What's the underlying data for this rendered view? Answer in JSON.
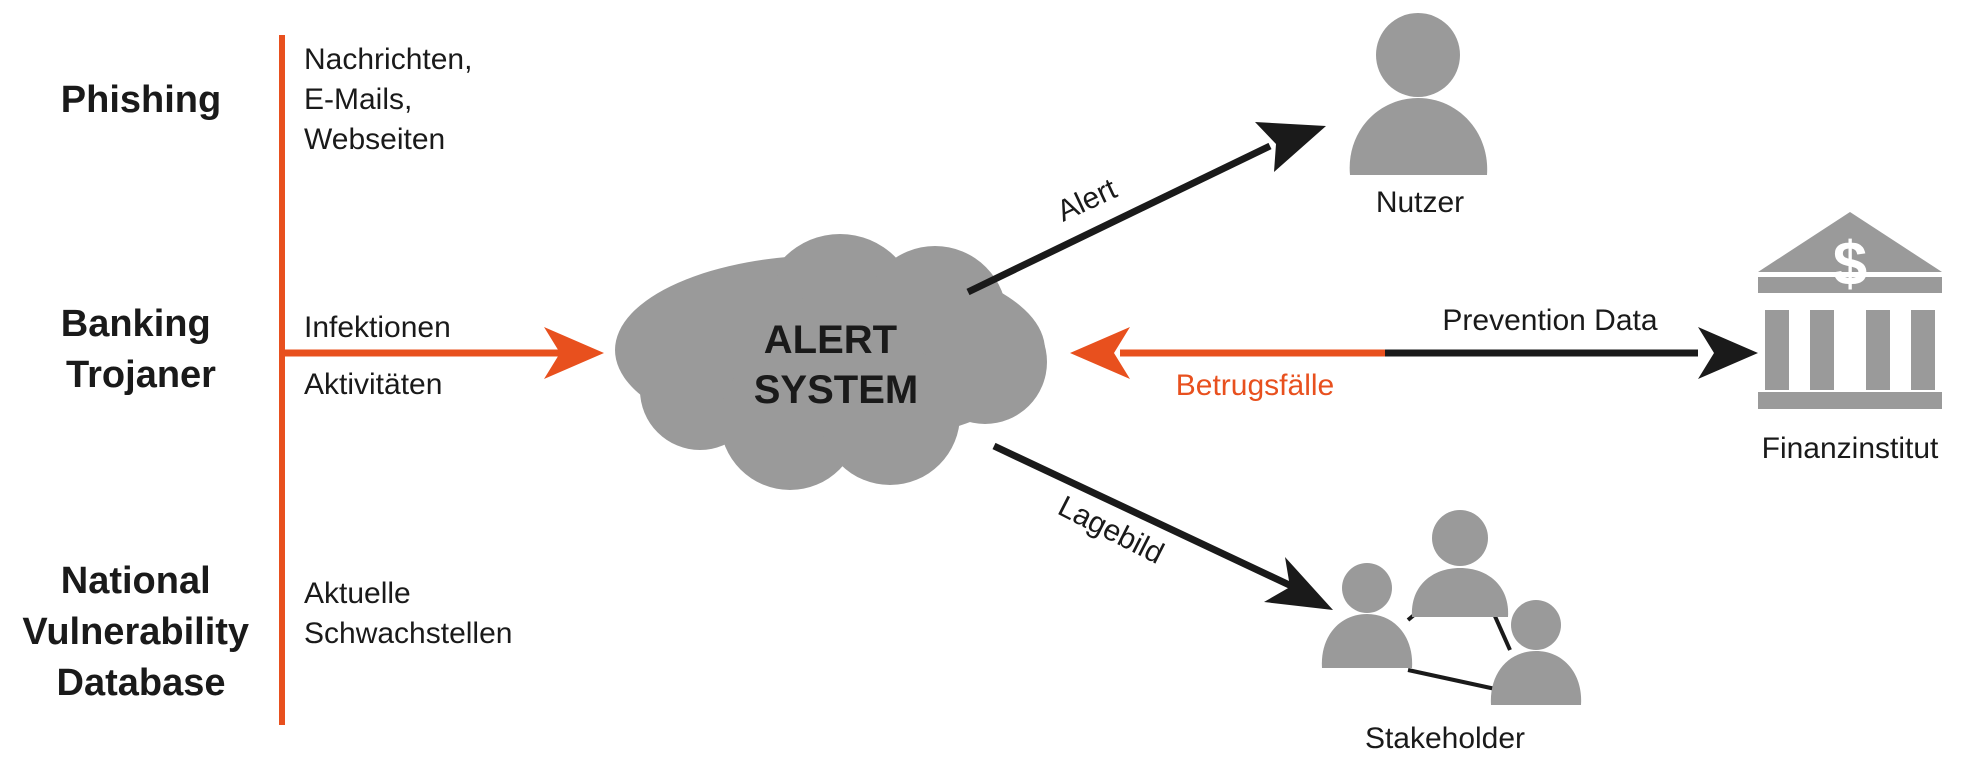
{
  "colors": {
    "accent": "#e8501e",
    "dark": "#1a1a1a",
    "gray": "#999999"
  },
  "sources": [
    {
      "title_lines": [
        "Phishing"
      ],
      "desc_lines": [
        "Nachrichten,",
        "E-Mails,",
        "Webseiten"
      ]
    },
    {
      "title_lines": [
        "Banking",
        "Trojaner"
      ],
      "desc_lines": [
        "Infektionen",
        "Aktivitäten"
      ]
    },
    {
      "title_lines": [
        "National",
        "Vulnerability",
        "Database"
      ],
      "desc_lines": [
        "Aktuelle",
        "Schwachstellen"
      ]
    }
  ],
  "center": {
    "lines": [
      "ALERT",
      "SYSTEM"
    ]
  },
  "arrows": {
    "alert": "Alert",
    "prevention": "Prevention Data",
    "betrug": "Betrugsfälle",
    "lagebild": "Lagebild"
  },
  "entities": {
    "nutzer": "Nutzer",
    "bank": "Finanzinstitut",
    "bank_symbol": "$",
    "stakeholder": "Stakeholder"
  }
}
